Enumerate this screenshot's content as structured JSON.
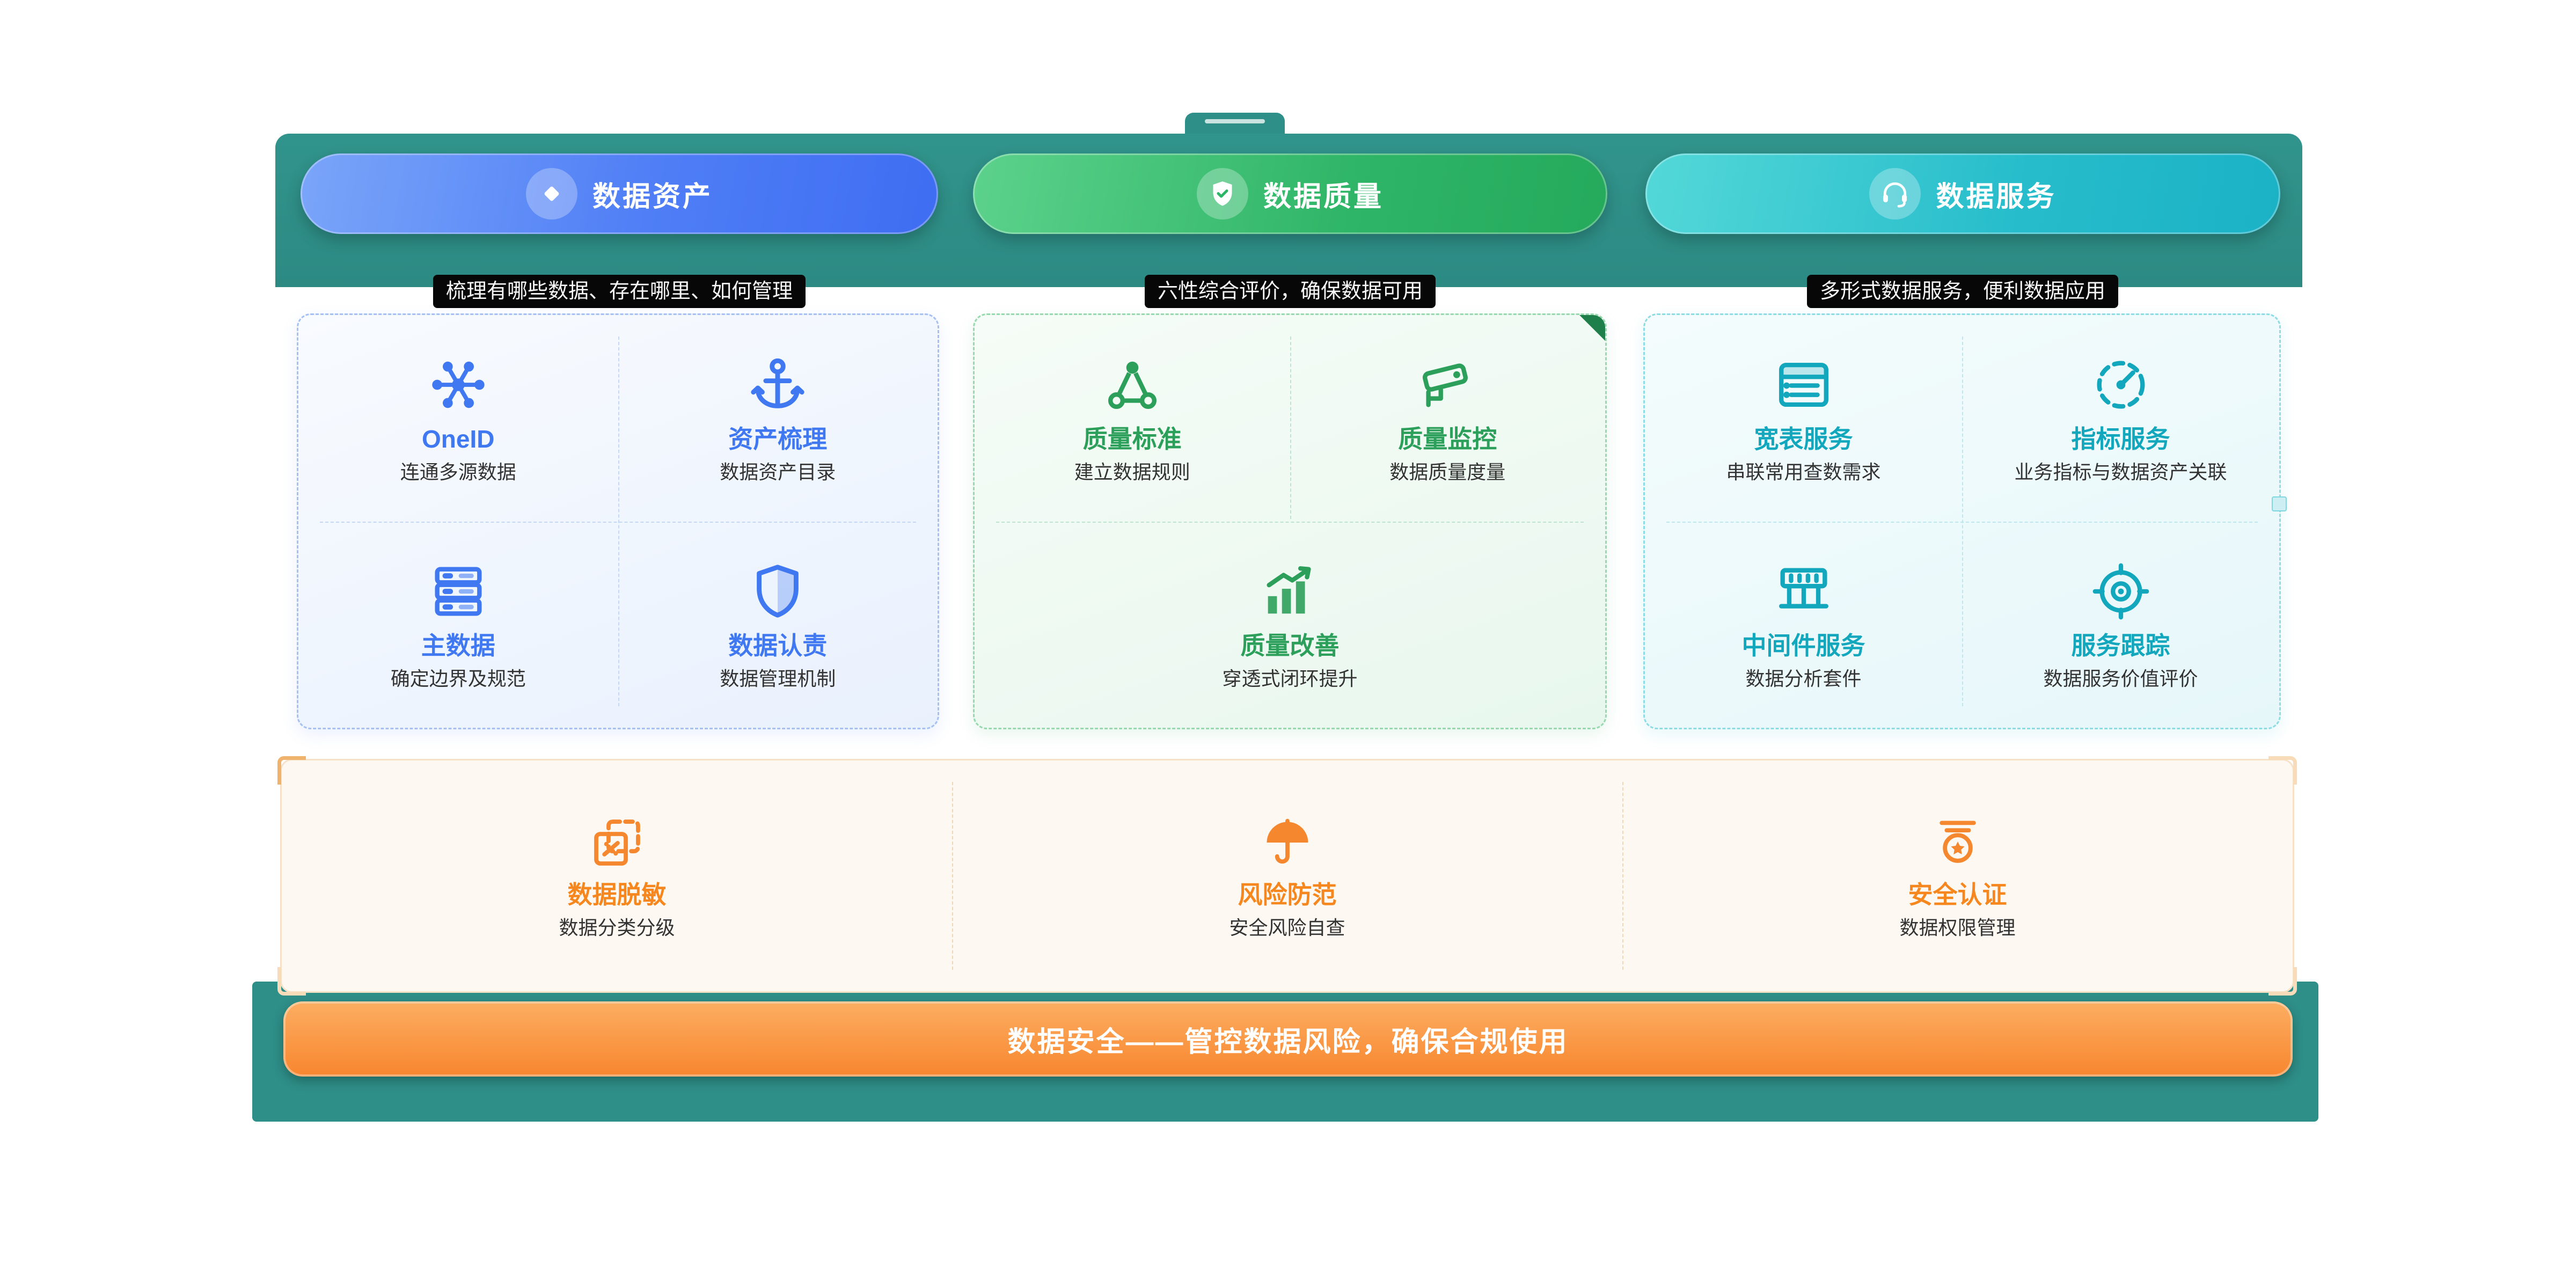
{
  "colors": {
    "banner_teal": "#2e8f88",
    "assets_blue": "#3f78f1",
    "quality_green": "#2ca05a",
    "services_cyan": "#12a7bd",
    "security_orange": "#f6871f"
  },
  "sections": [
    {
      "id": "assets",
      "header": {
        "label": "数据资产",
        "icon": "diamond-icon"
      },
      "subtitle": "梳理有哪些数据、存在哪里、如何管理",
      "items": [
        {
          "title": "OneID",
          "subtitle": "连通多源数据",
          "icon": "network-icon"
        },
        {
          "title": "资产梳理",
          "subtitle": "数据资产目录",
          "icon": "anchor-icon"
        },
        {
          "title": "主数据",
          "subtitle": "确定边界及规范",
          "icon": "server-icon"
        },
        {
          "title": "数据认责",
          "subtitle": "数据管理机制",
          "icon": "shield-icon"
        }
      ]
    },
    {
      "id": "quality",
      "header": {
        "label": "数据质量",
        "icon": "shield-check-icon"
      },
      "subtitle": "六性综合评价，确保数据可用",
      "items": [
        {
          "title": "质量标准",
          "subtitle": "建立数据规则",
          "icon": "molecule-icon"
        },
        {
          "title": "质量监控",
          "subtitle": "数据质量度量",
          "icon": "camera-icon"
        },
        {
          "title": "质量改善",
          "subtitle": "穿透式闭环提升",
          "icon": "chart-up-icon"
        }
      ]
    },
    {
      "id": "services",
      "header": {
        "label": "数据服务",
        "icon": "headset-icon"
      },
      "subtitle": "多形式数据服务，便利数据应用",
      "items": [
        {
          "title": "宽表服务",
          "subtitle": "串联常用查数需求",
          "icon": "table-icon"
        },
        {
          "title": "指标服务",
          "subtitle": "业务指标与数据资产关联",
          "icon": "gauge-icon"
        },
        {
          "title": "中间件服务",
          "subtitle": "数据分析套件",
          "icon": "middleware-icon"
        },
        {
          "title": "服务跟踪",
          "subtitle": "数据服务价值评价",
          "icon": "target-icon"
        }
      ]
    }
  ],
  "security": {
    "items": [
      {
        "title": "数据脱敏",
        "subtitle": "数据分类分级",
        "icon": "mask-icon"
      },
      {
        "title": "风险防范",
        "subtitle": "安全风险自查",
        "icon": "umbrella-icon"
      },
      {
        "title": "安全认证",
        "subtitle": "数据权限管理",
        "icon": "badge-icon"
      }
    ],
    "banner": "数据安全——管控数据风险，确保合规使用"
  }
}
